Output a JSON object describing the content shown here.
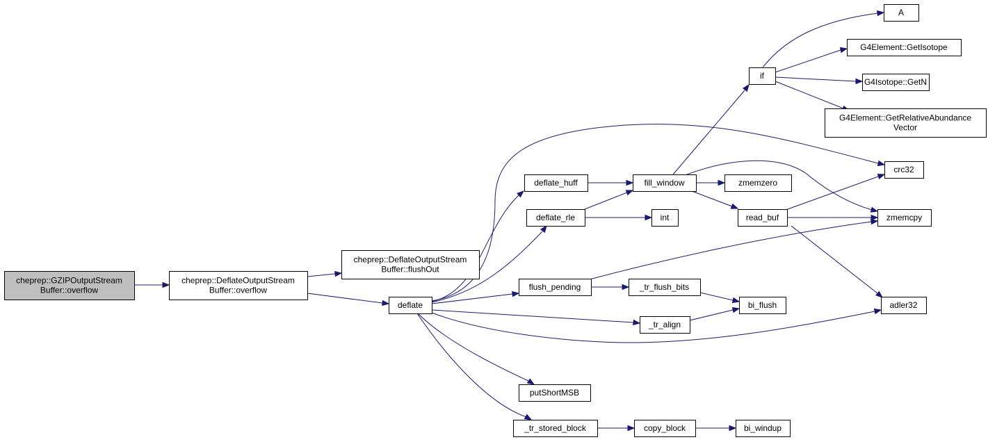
{
  "diagram": {
    "nodes": {
      "gzip_overflow": [
        "cheprep::GZIPOutputStream",
        "Buffer::overflow"
      ],
      "deflate_overflow": [
        "cheprep::DeflateOutputStream",
        "Buffer::overflow"
      ],
      "flushout": [
        "cheprep::DeflateOutputStream",
        "Buffer::flushOut"
      ],
      "deflate": [
        "deflate"
      ],
      "deflate_huff": [
        "deflate_huff"
      ],
      "deflate_rle": [
        "deflate_rle"
      ],
      "flush_pending": [
        "flush_pending"
      ],
      "putshortmsb": [
        "putShortMSB"
      ],
      "tr_stored_block": [
        "_tr_stored_block"
      ],
      "fill_window": [
        "fill_window"
      ],
      "int": [
        "int"
      ],
      "tr_flush_bits": [
        "_tr_flush_bits"
      ],
      "tr_align": [
        "_tr_align"
      ],
      "copy_block": [
        "copy_block"
      ],
      "if": [
        "if"
      ],
      "zmemzero": [
        "zmemzero"
      ],
      "read_buf": [
        "read_buf"
      ],
      "bi_flush": [
        "bi_flush"
      ],
      "bi_windup": [
        "bi_windup"
      ],
      "a": [
        "A"
      ],
      "getisotope": [
        "G4Element::GetIsotope"
      ],
      "getn": [
        "G4Isotope::GetN"
      ],
      "getrelab": [
        "G4Element::GetRelativeAbundance",
        "Vector"
      ],
      "crc32": [
        "crc32"
      ],
      "zmemcpy": [
        "zmemcpy"
      ],
      "adler32": [
        "adler32"
      ]
    },
    "edges": [
      [
        "gzip_overflow",
        "deflate_overflow"
      ],
      [
        "deflate_overflow",
        "flushout"
      ],
      [
        "deflate_overflow",
        "deflate"
      ],
      [
        "deflate",
        "deflate_huff"
      ],
      [
        "deflate",
        "deflate_rle"
      ],
      [
        "deflate",
        "flush_pending"
      ],
      [
        "deflate",
        "putshortmsb"
      ],
      [
        "deflate",
        "tr_stored_block"
      ],
      [
        "deflate",
        "tr_align"
      ],
      [
        "deflate",
        "crc32"
      ],
      [
        "deflate",
        "adler32"
      ],
      [
        "deflate_huff",
        "fill_window"
      ],
      [
        "deflate_rle",
        "fill_window"
      ],
      [
        "deflate_rle",
        "int"
      ],
      [
        "fill_window",
        "if"
      ],
      [
        "fill_window",
        "zmemzero"
      ],
      [
        "fill_window",
        "read_buf"
      ],
      [
        "fill_window",
        "zmemcpy"
      ],
      [
        "read_buf",
        "crc32"
      ],
      [
        "read_buf",
        "zmemcpy"
      ],
      [
        "read_buf",
        "adler32"
      ],
      [
        "flush_pending",
        "tr_flush_bits"
      ],
      [
        "flush_pending",
        "zmemcpy"
      ],
      [
        "tr_flush_bits",
        "bi_flush"
      ],
      [
        "tr_align",
        "bi_flush"
      ],
      [
        "tr_stored_block",
        "copy_block"
      ],
      [
        "copy_block",
        "bi_windup"
      ],
      [
        "if",
        "a"
      ],
      [
        "if",
        "getisotope"
      ],
      [
        "if",
        "getn"
      ],
      [
        "if",
        "getrelab"
      ]
    ]
  }
}
